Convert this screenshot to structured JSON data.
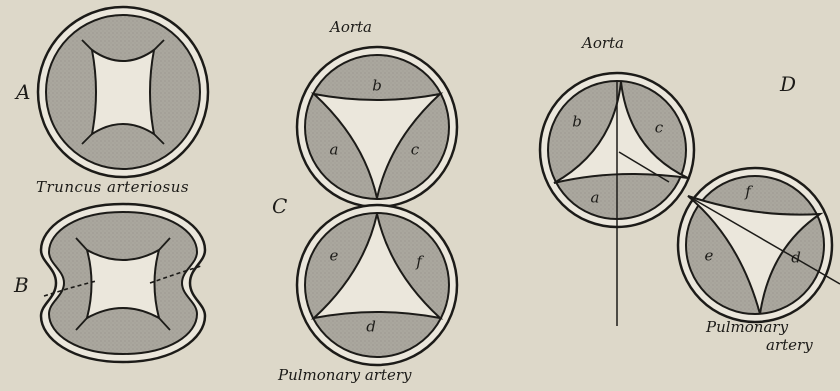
{
  "figure": {
    "panel_labels": {
      "a": "A",
      "b": "B",
      "c": "C",
      "d": "D"
    },
    "captions": {
      "truncus": "Truncus arteriosus",
      "aorta_c": "Aorta",
      "pulmonary_c": "Pulmonary artery",
      "aorta_d": "Aorta",
      "pulmonary_d_line1": "Pulmonary",
      "pulmonary_d_line2": "artery"
    },
    "cusp_labels": {
      "c_aorta_top": "b",
      "c_aorta_left": "a",
      "c_aorta_right": "c",
      "c_pulm_left": "e",
      "c_pulm_right": "f",
      "c_pulm_bottom": "d",
      "d_aorta_left": "b",
      "d_aorta_right": "c",
      "d_aorta_bottom": "a",
      "d_pulm_top": "f",
      "d_pulm_left": "e",
      "d_pulm_right": "d"
    },
    "colors": {
      "background": "#ddd8c9",
      "cusp_fill": "#a9a69d",
      "outline": "#1c1b18",
      "lumen": "#ebe7dc"
    }
  }
}
